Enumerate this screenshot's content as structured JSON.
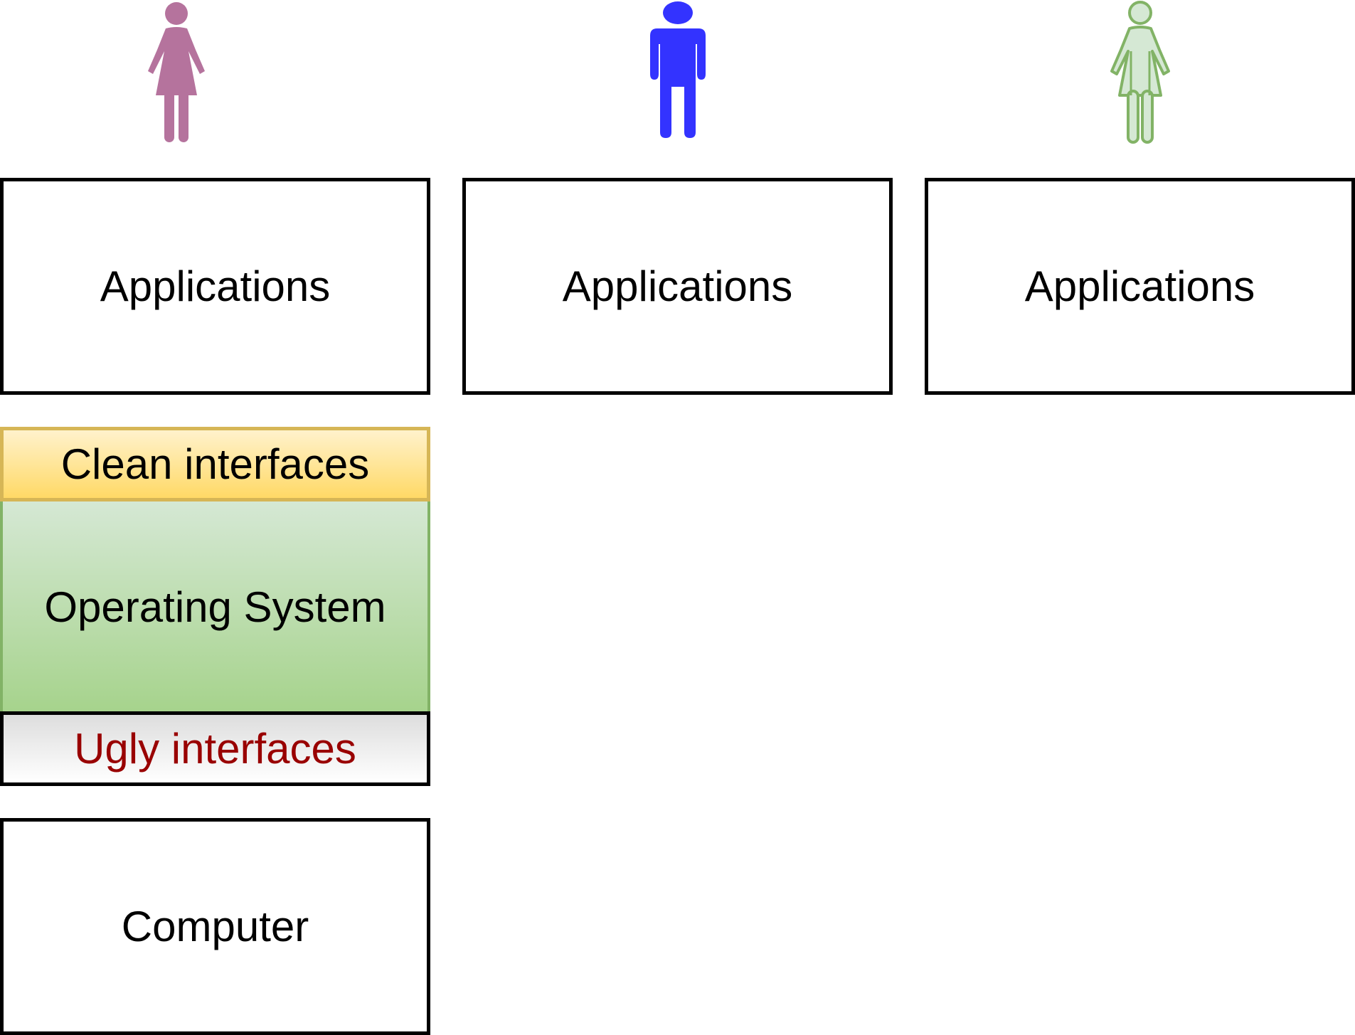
{
  "users": [
    {
      "icon": "woman-icon",
      "color": "#b5739d"
    },
    {
      "icon": "man-icon",
      "color": "#3333ff"
    },
    {
      "icon": "woman-outline-icon",
      "color": "#82b366",
      "fill": "#d5e8d4"
    }
  ],
  "applications": [
    "Applications",
    "Applications",
    "Applications"
  ],
  "stack": {
    "clean_interfaces": "Clean interfaces",
    "operating_system": "Operating System",
    "ugly_interfaces": "Ugly interfaces",
    "computer": "Computer"
  },
  "colors": {
    "clean_border": "#d6b656",
    "clean_fill": "#ffd966",
    "os_border": "#82b366",
    "os_fill": "#a6d38c",
    "ugly_text": "#990000"
  }
}
